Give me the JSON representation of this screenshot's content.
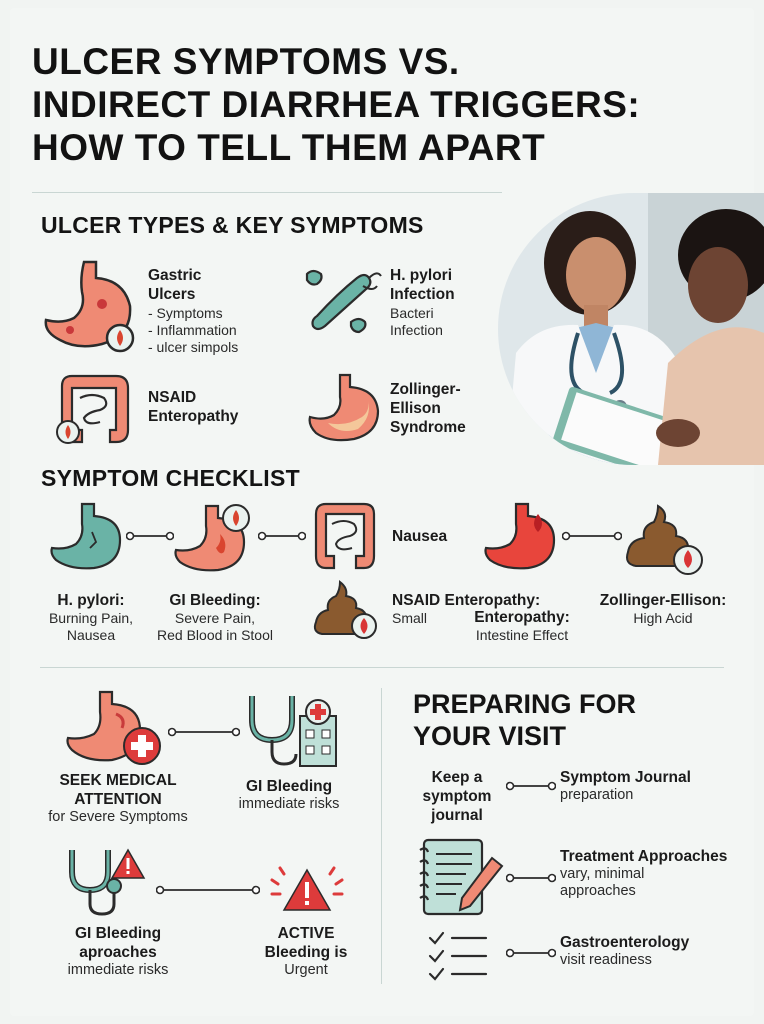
{
  "title": {
    "line1": "ULCER SYMPTOMS VS.",
    "line2": "INDIRECT DIARRHEA TRIGGERS:",
    "line3": "HOW TO TELL THEM APART"
  },
  "colors": {
    "accent_teal": "#6ab3a6",
    "accent_salmon": "#ee8a74",
    "accent_red": "#d93636",
    "stool_brown": "#8a5a2f",
    "background": "#f3f6f4"
  },
  "ulcer_types": {
    "heading": "ULCER TYPES & KEY SYMPTOMS",
    "gastric": {
      "title1": "Gastric",
      "title2": "Ulcers",
      "items": [
        "- Symptoms",
        "- Inflammation",
        "- ulcer simpols"
      ]
    },
    "hpylori": {
      "title1": "H. pylori",
      "title2": "Infection",
      "sub1": "Bacteri",
      "sub2": "Infection"
    },
    "nsaid": {
      "title1": "NSAID",
      "title2": "Enteropathy"
    },
    "zollinger": {
      "title1": "Zollinger-",
      "title2": "Ellison",
      "title3": "Syndrome"
    }
  },
  "checklist": {
    "heading": "SYMPTOM CHECKLIST",
    "nausea": "Nausea",
    "hpylori": {
      "title": "H. pylori:",
      "line1": "Burning Pain,",
      "line2": "Nausea"
    },
    "gibleeding": {
      "title": "GI Bleeding:",
      "line1": "Severe Pain,",
      "line2": "Red Blood in Stool"
    },
    "nsaid": {
      "title": "NSAID Enteropathy:",
      "sub": "Small",
      "title2": "Enteropathy:",
      "line2": "Intestine Effect"
    },
    "zollinger": {
      "title": "Zollinger-Ellison:",
      "line1": "High Acid"
    }
  },
  "medical": {
    "seek": {
      "line1": "SEEK MEDICAL",
      "line2": "ATTENTION",
      "line3": "for Severe Symptoms"
    },
    "gi1": {
      "title": "GI Bleeding",
      "sub": "immediate risks"
    },
    "gi2": {
      "line1": "GI Bleeding",
      "line2": "aproaches",
      "sub": "immediate risks"
    },
    "active": {
      "line1": "ACTIVE",
      "line2": "Bleeding is",
      "line3": "Urgent"
    }
  },
  "visit": {
    "heading1": "PREPARING FOR",
    "heading2": "YOUR VISIT",
    "keep": {
      "line1": "Keep a",
      "line2": "symptom",
      "line3": "journal"
    },
    "journal": {
      "title": "Symptom Journal",
      "sub": "preparation"
    },
    "treatment": {
      "title": "Treatment Approaches",
      "sub1": "vary, minimal",
      "sub2": "approaches"
    },
    "gastro": {
      "title": "Gastroenterology",
      "sub": "visit readiness"
    }
  }
}
